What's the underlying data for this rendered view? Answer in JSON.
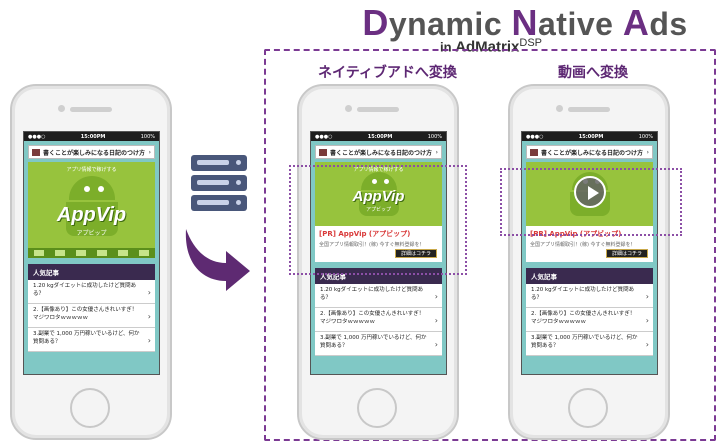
{
  "header": {
    "title_parts": [
      {
        "cap": "D",
        "rest": "ynamic "
      },
      {
        "cap": "N",
        "rest": "ative "
      },
      {
        "cap": "A",
        "rest": "ds"
      }
    ],
    "sub_in": "in",
    "sub_brand": "AdMatrix",
    "sub_dsp": "DSP"
  },
  "labels": {
    "native": "ネイティブアドへ変換",
    "video": "動画へ変換"
  },
  "phone": {
    "time": "15:00PM",
    "battery": "100%",
    "banner": "書くことが楽しみになる日記のつけ方",
    "creative_tagline": "アプリ情報で稼げする",
    "logo": "AppVip",
    "logo_sub": "アプビップ",
    "ad_title": "[PR] AppVip (アプビップ)",
    "ad_desc": "全国アプリ情報取引！(稼) 今すぐ無料登録を！",
    "cta": "詳細はコチラ",
    "section_title": "人気記事",
    "articles": [
      "1.20 kgダイエットに成功したけど質問ある？",
      "2.【画像あり】この女優さんきれいすぎ！マジワロタｗｗｗｗｗ",
      "3.副業で 1,000 万円稼いでいるけど、何か質問ある？"
    ]
  },
  "colors": {
    "brand_purple": "#6b2f82",
    "creative_green": "#97c33d",
    "screen_teal": "#80c8c5",
    "ad_title_red": "#d93a3a",
    "section_head": "#3a2a4f"
  }
}
